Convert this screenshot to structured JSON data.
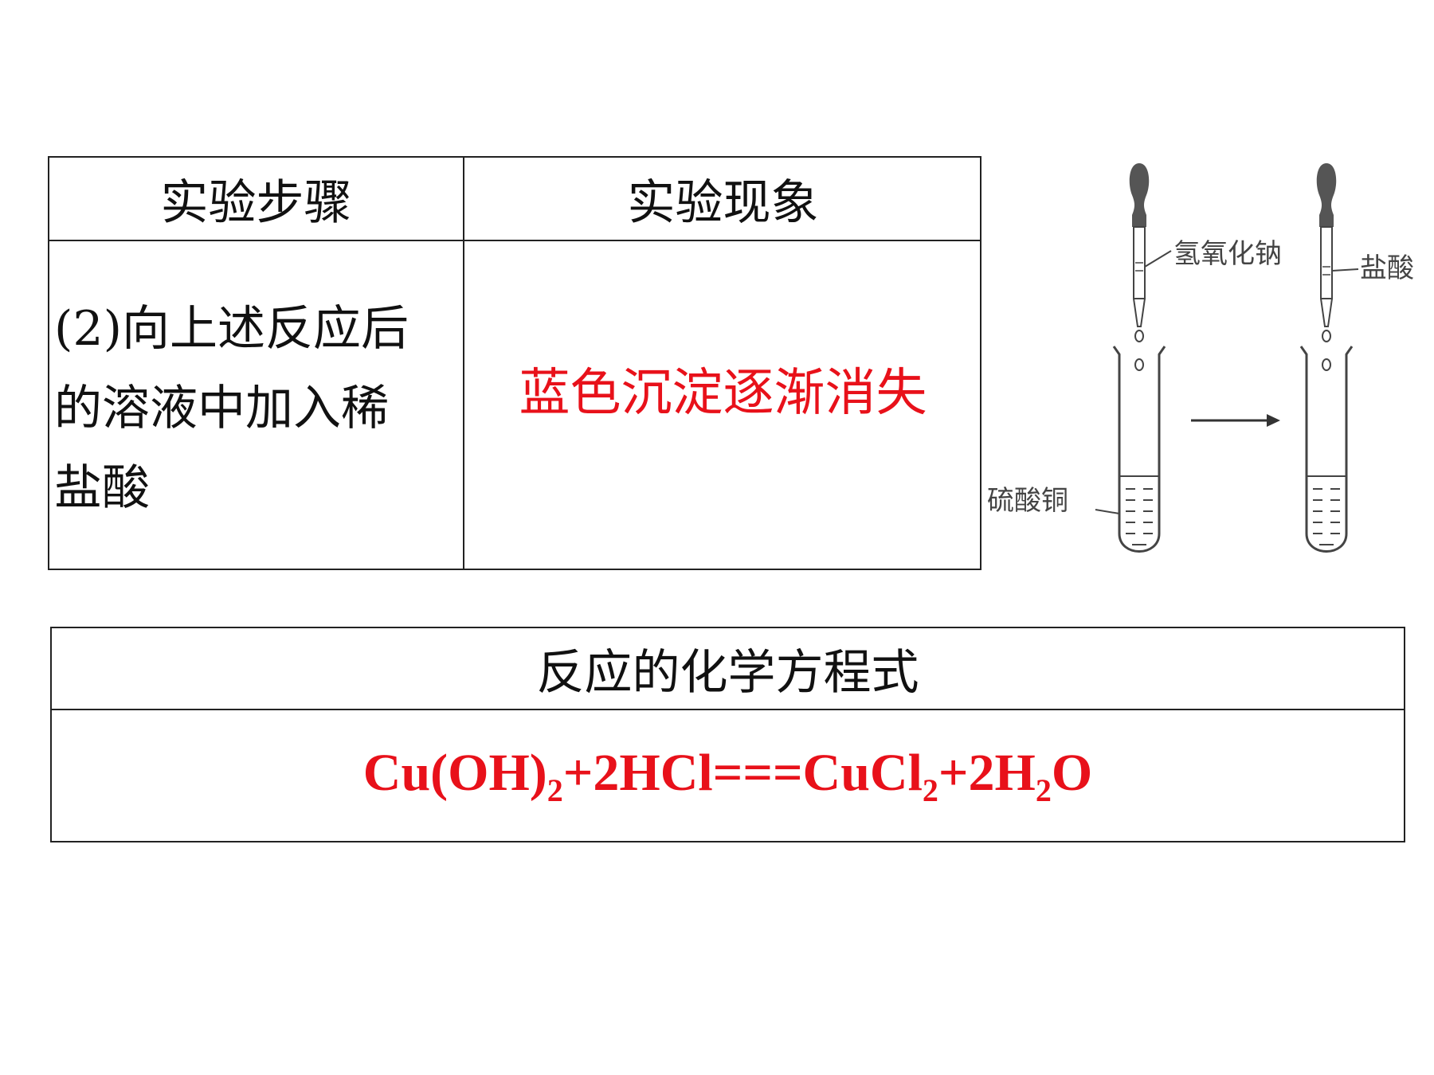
{
  "table": {
    "header_step": "实验步骤",
    "header_phenomenon": "实验现象",
    "step_lines": [
      "(2)向上述反应后",
      "的溶液中加入稀",
      "盐酸"
    ],
    "phenomenon": "蓝色沉淀逐渐消失"
  },
  "equation_table": {
    "header": "反应的化学方程式",
    "equation_parts": {
      "p1": "Cu(OH)",
      "s1": "2",
      "p2": "+2HCl===CuCl",
      "s2": "2",
      "p3": "+2H",
      "s3": "2",
      "p4": "O"
    }
  },
  "illustration": {
    "label_naoh": "氢氧化钠",
    "label_hcl": "盐酸",
    "label_cuso4": "硫酸铜"
  },
  "colors": {
    "accent_red": "#e8111a",
    "line": "#222222"
  }
}
